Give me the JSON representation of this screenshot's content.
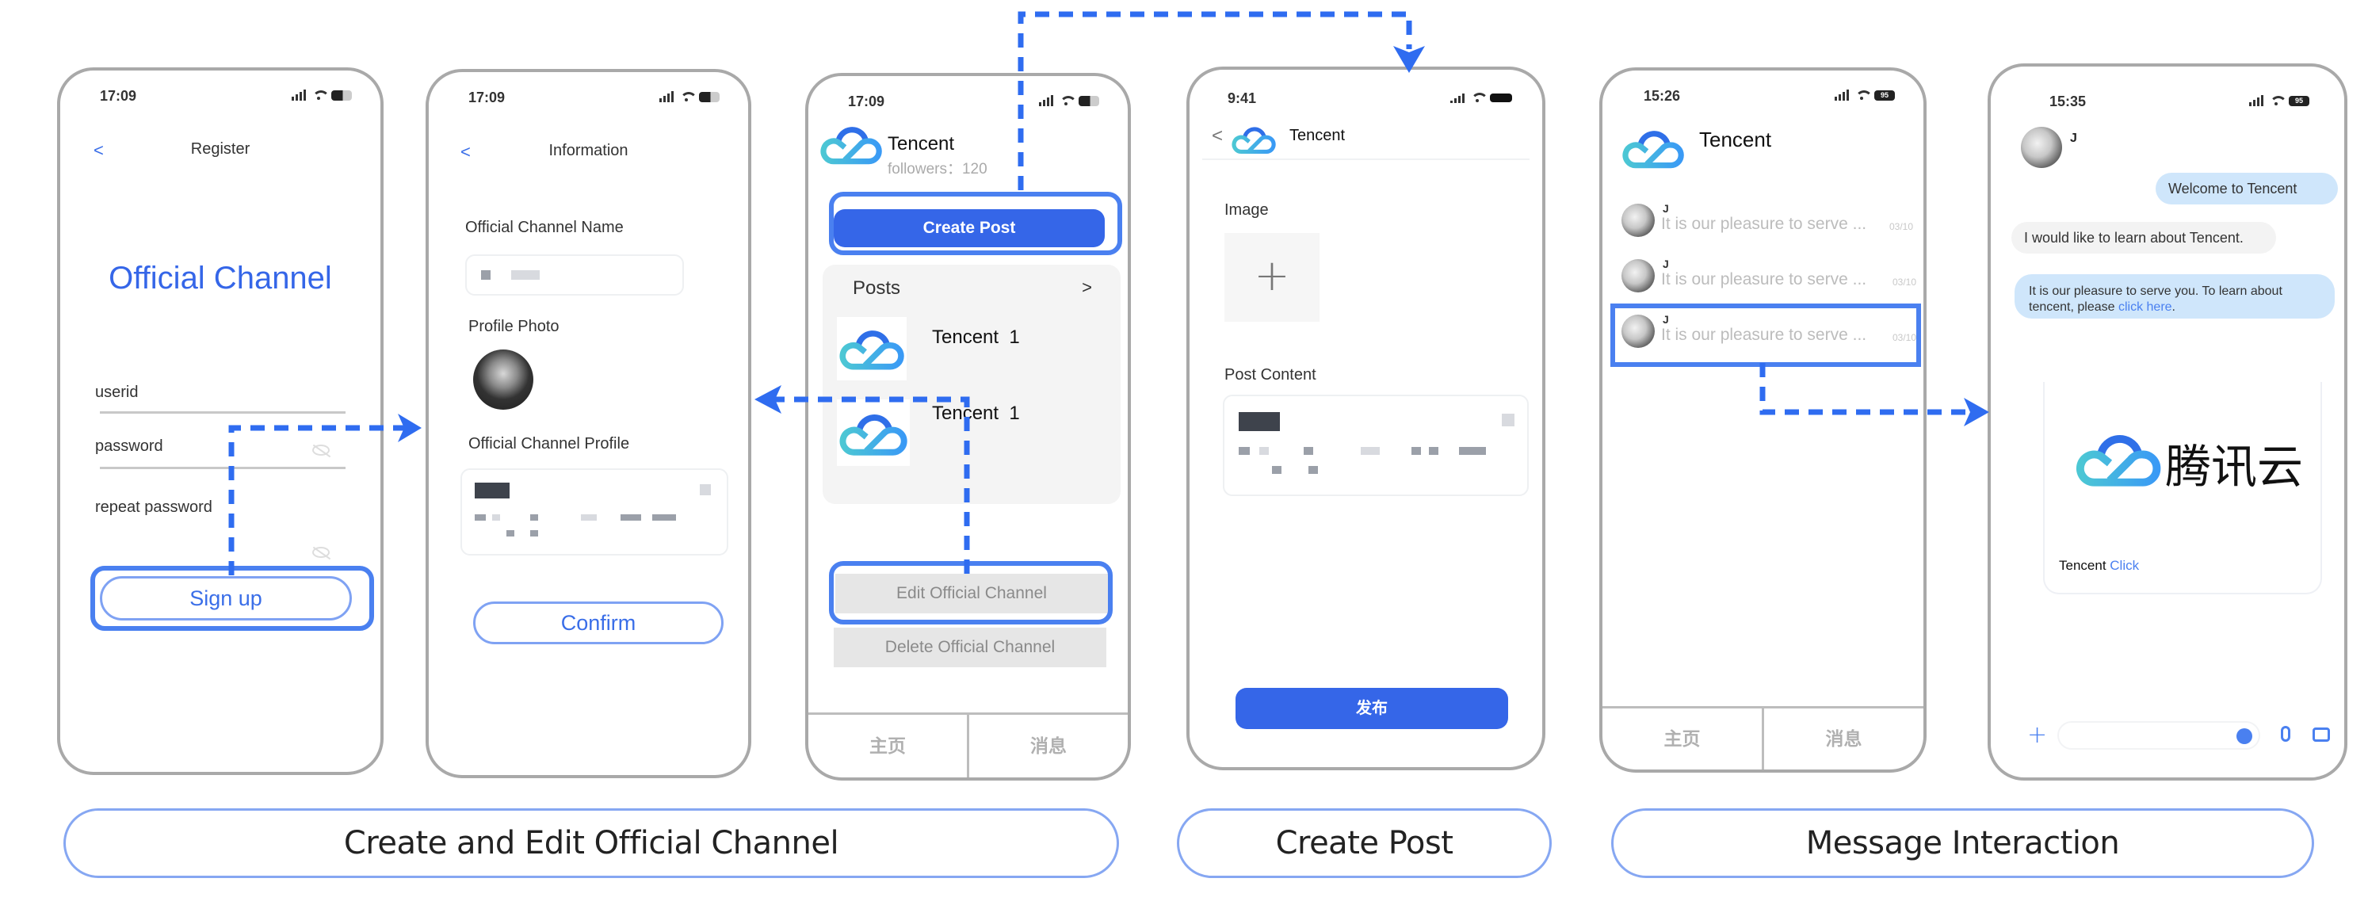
{
  "colors": {
    "accent": "#3566e8",
    "highlight": "#4a80f0",
    "arrow": "#2f6cf0",
    "bubble_blue": "#cfe6fb",
    "bubble_gray": "#f3f3f3",
    "phone_frame": "#a9a9a9"
  },
  "screens": {
    "register": {
      "status_time": "17:09",
      "back_icon": "<",
      "nav_title": "Register",
      "heading": "Official Channel",
      "fields": [
        {
          "label": "userid",
          "value": "",
          "has_eye": false
        },
        {
          "label": "password",
          "value": "",
          "has_eye": true
        },
        {
          "label": "repeat password",
          "value": "",
          "has_eye": true
        }
      ],
      "signup_button": "Sign up"
    },
    "information": {
      "status_time": "17:09",
      "back_icon": "<",
      "nav_title": "Information",
      "name_label": "Official Channel Name",
      "name_value": "(blurred)",
      "photo_label": "Profile Photo",
      "profile_label": "Official Channel Profile",
      "profile_value": "(blurred)",
      "confirm_button": "Confirm"
    },
    "channel_home": {
      "status_time": "17:09",
      "channel_name": "Tencent",
      "followers": "followers：120",
      "create_post_button": "Create Post",
      "posts_title": "Posts",
      "posts_more": ">",
      "posts": [
        {
          "title": "Tencent  1"
        },
        {
          "title": "Tencent  1"
        }
      ],
      "edit_button": "Edit Official Channel",
      "delete_button": "Delete Official Channel",
      "tabs": [
        "主页",
        "消息"
      ]
    },
    "create_post": {
      "status_time": "9:41",
      "back_icon": "<",
      "channel_name": "Tencent",
      "image_label": "Image",
      "add_image_icon": "+",
      "content_label": "Post Content",
      "content_value": "(blurred)",
      "publish_button": "发布"
    },
    "messages": {
      "status_time": "15:26",
      "battery": "95",
      "channel_name": "Tencent",
      "conversations": [
        {
          "name": "J",
          "preview": "It is our pleasure to serve ...",
          "date": "03/10"
        },
        {
          "name": "J",
          "preview": "It is our pleasure to serve ...",
          "date": "03/10"
        },
        {
          "name": "J",
          "preview": "It is our pleasure to serve ...",
          "date": "03/10"
        }
      ],
      "tabs": [
        "主页",
        "消息"
      ]
    },
    "chat": {
      "status_time": "15:35",
      "battery": "95",
      "contact_name": "J",
      "messages": [
        {
          "side": "right",
          "text": "Welcome to Tencent"
        },
        {
          "side": "left",
          "text": "I would like to learn about Tencent."
        },
        {
          "side": "left",
          "text_before": "It is our pleasure to serve you.  To learn about tencent, please ",
          "link": "click here",
          "text_after": "."
        }
      ],
      "card_brand": "腾讯云",
      "card_text": "Tencent ",
      "card_link": "Click",
      "input_placeholder": ""
    }
  },
  "captions": [
    "Create and Edit Official Channel",
    "Create Post",
    "Message Interaction"
  ]
}
